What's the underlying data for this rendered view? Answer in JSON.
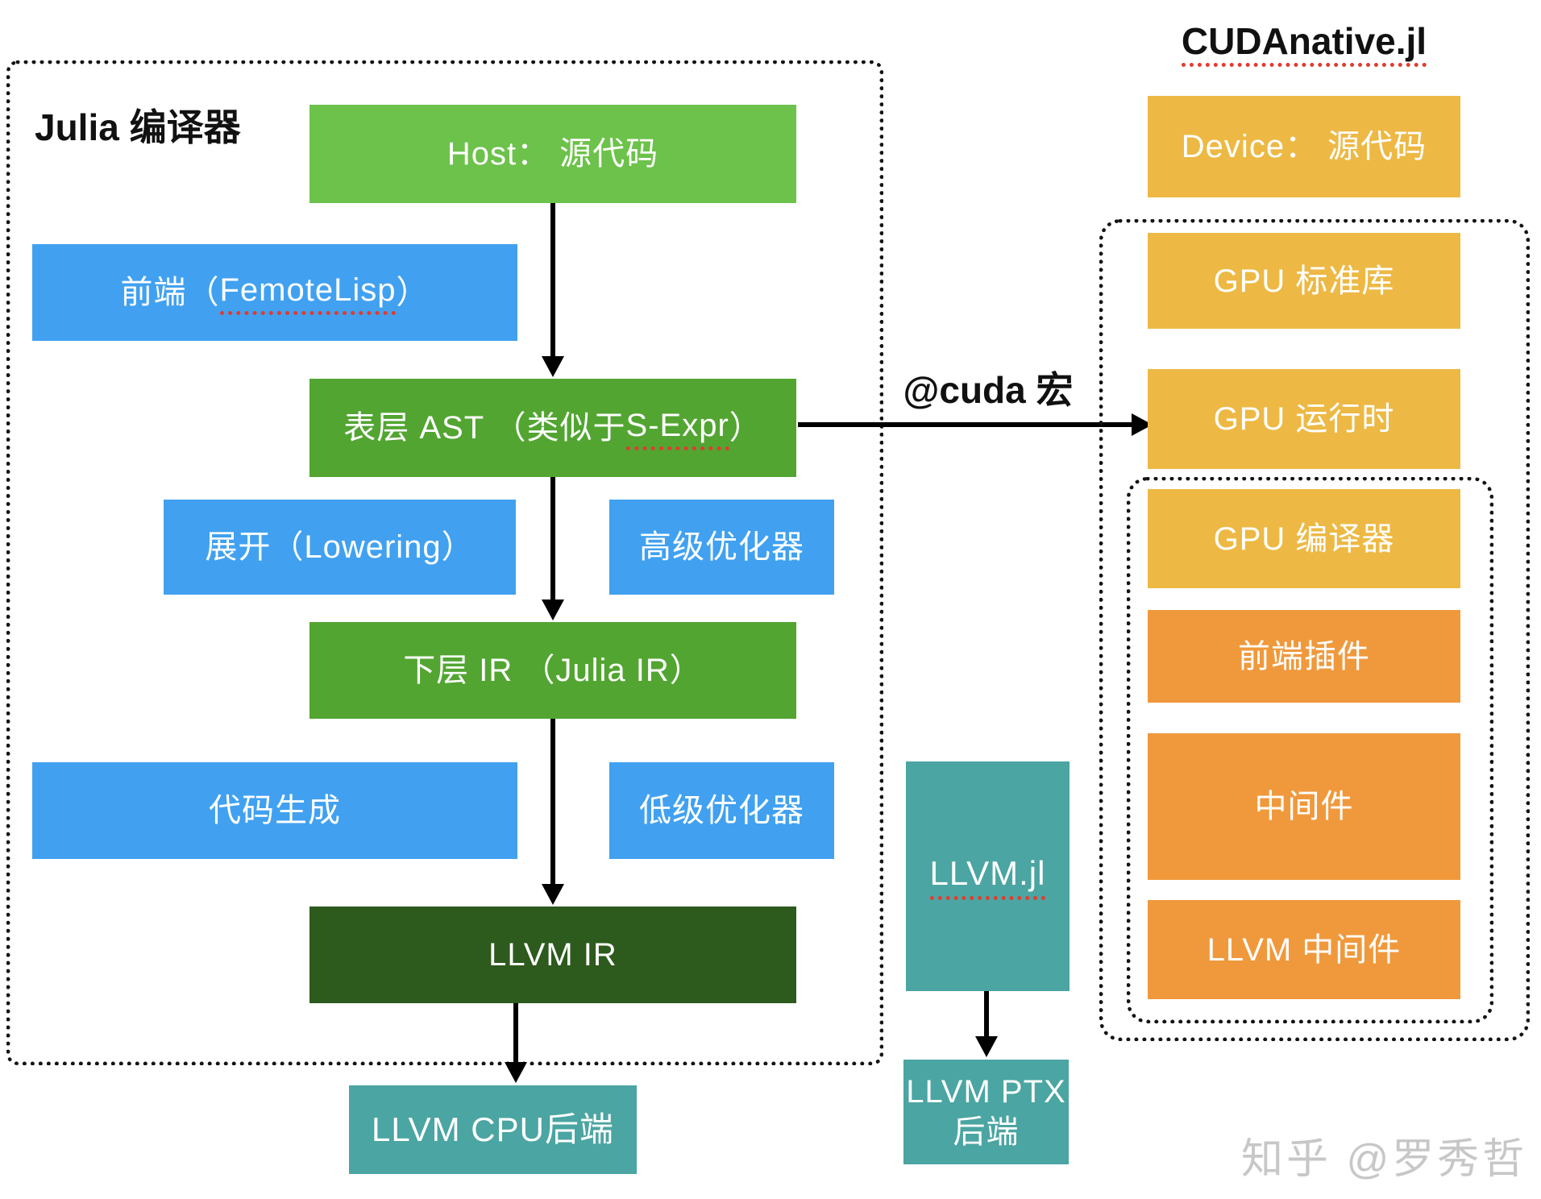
{
  "colors": {
    "green_light": "#6cc24a",
    "green": "#52a531",
    "green_dark": "#2d5a1d",
    "blue": "#41a1f0",
    "teal": "#4ba5a2",
    "gold": "#edb944",
    "orange": "#f0993c",
    "underline_red": "#e03c31",
    "watermark_gray": "#c7c7c7"
  },
  "julia_panel": {
    "title": "Julia 编译器",
    "host_box": "Host： 源代码",
    "frontend_box": {
      "pre": "前端（",
      "link": "FemoteLisp",
      "post": "）"
    },
    "ast_box": {
      "pre": "表层 AST （类似于 ",
      "link": "S-Expr",
      "post": "）"
    },
    "lowering_box": "展开（Lowering）",
    "high_optimizer_box": "高级优化器",
    "lower_ir_box": "下层 IR （Julia IR）",
    "codegen_box": "代码生成",
    "low_optimizer_box": "低级优化器",
    "llvm_ir_box": "LLVM IR"
  },
  "llvm_cpu_backend_box": "LLVM CPU后端",
  "llvm_jl_box": "LLVM.jl",
  "llvm_ptx_backend_box": {
    "line1": "LLVM PTX",
    "line2": "后端"
  },
  "cuda_macro_label": "@cuda 宏",
  "cudanative_panel": {
    "title": "CUDAnative.jl",
    "device_box": "Device： 源代码",
    "gpu_stdlib_box": "GPU 标准库",
    "gpu_runtime_box": "GPU 运行时",
    "gpu_compiler_box": "GPU 编译器",
    "frontend_plugin_box": "前端插件",
    "middleware_box": "中间件",
    "llvm_middleware_box": "LLVM 中间件"
  },
  "watermark": "知乎 @罗秀哲"
}
